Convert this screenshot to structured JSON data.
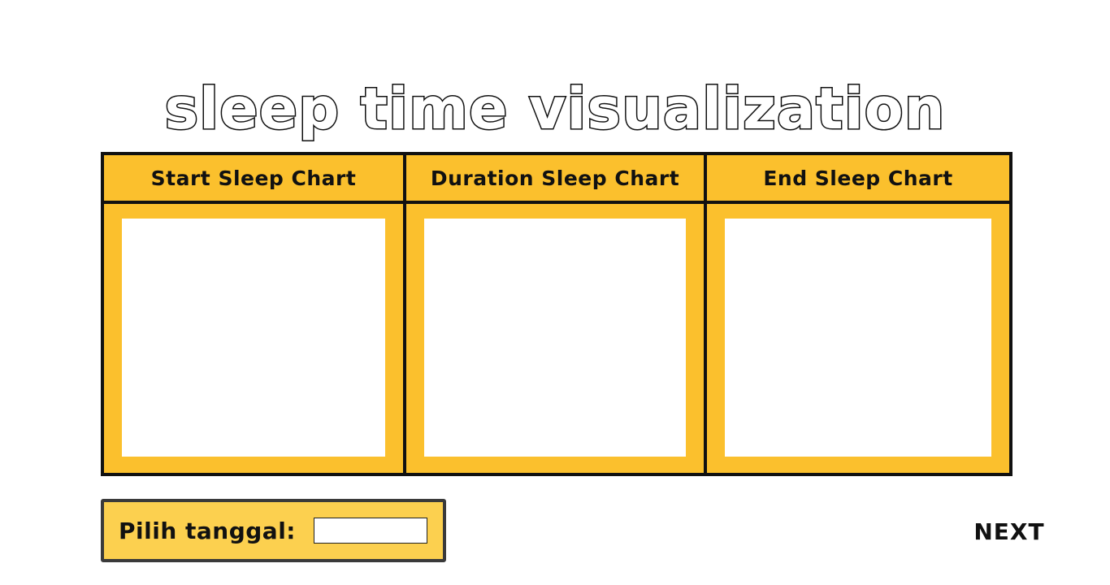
{
  "page": {
    "title": "sleep time visualization"
  },
  "charts": [
    {
      "label": "Start Sleep Chart"
    },
    {
      "label": "Duration Sleep Chart"
    },
    {
      "label": "End Sleep Chart"
    }
  ],
  "date_picker": {
    "label": "Pilih tanggal:",
    "value": ""
  },
  "navigation": {
    "next_label": "NEXT"
  },
  "colors": {
    "accent": "#fbc02d",
    "picker_background": "#fcd04f",
    "border": "#111111"
  }
}
